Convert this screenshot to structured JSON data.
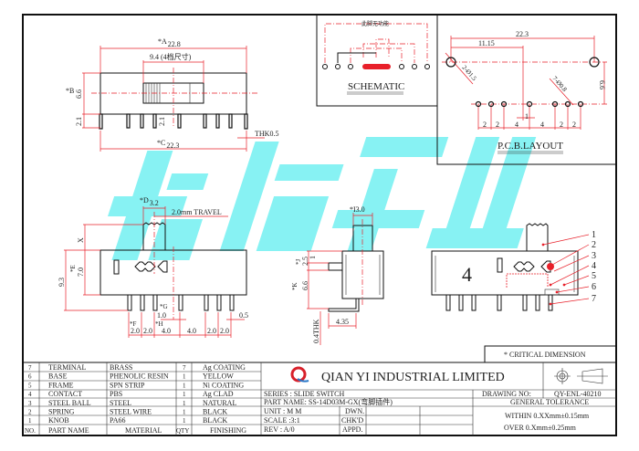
{
  "watermark": "乾熠实业",
  "colors": {
    "dimension": "#e8202a",
    "watermark": "#5feef0",
    "line": "#111111"
  },
  "top_view": {
    "dim_a": "*A",
    "dim_a_val": "22.8",
    "dim_pos": "9.4 (4档尺寸)",
    "dim_b": "*B",
    "dim_b_val": "6.6",
    "dim_pin_left": "2.1",
    "dim_pin_mid": "2.1",
    "dim_c": "*C",
    "dim_c_val": "22.3",
    "thk": "THK0.5"
  },
  "front_view": {
    "dim_d": "*D",
    "dim_d_val": "3.2",
    "travel": "2.0mm  TRAVEL",
    "x_label": "X",
    "dim_total": "9.3",
    "dim_e": "*E",
    "dim_e_val": "7.0",
    "dim_g": "*G",
    "dim_g_val": "1.0",
    "dim_f": "*F",
    "dim_h": "*H",
    "pitch": [
      "2.0",
      "2.0",
      "4.0",
      "4.0",
      "2.0",
      "2.0"
    ],
    "pin_width": "0.5"
  },
  "side_view": {
    "dim_i": "*I",
    "dim_i_val": "3.0",
    "dim_j": "*J",
    "dim_j_val": "2.5",
    "dim_j2": "1",
    "dim_k": "*K",
    "dim_k_val": "6.6",
    "dim_bend": "4.35",
    "thk": "0.4THK"
  },
  "rear_view": {
    "position_number": "4",
    "callouts": [
      "1",
      "2",
      "3",
      "4",
      "5",
      "6",
      "7"
    ]
  },
  "schematic": {
    "note": "此脚无功能",
    "title": "SCHEMATIC"
  },
  "pcb": {
    "dim_total": "22.3",
    "dim_half": "11.15",
    "big_holes": "2-Ø1.5",
    "small_holes": "7-Ø0.8",
    "dim_height": "6.6",
    "dim_offset": "1",
    "pitch": [
      "2",
      "2",
      "4",
      "4",
      "2",
      "2"
    ],
    "title": "P.C.B.LAYOUT"
  },
  "critical": "* CRITICAL  DIMENSION",
  "bom": {
    "rows": [
      {
        "no": "7",
        "part": "TERMINAL",
        "material": "BRASS",
        "qty": "7",
        "finish": "Ag COATING"
      },
      {
        "no": "6",
        "part": "BASE",
        "material": "PHENOLIC RESIN",
        "qty": "1",
        "finish": "YELLOW"
      },
      {
        "no": "5",
        "part": "FRAME",
        "material": "SPN STRIP",
        "qty": "1",
        "finish": "Ni COATING"
      },
      {
        "no": "4",
        "part": "CONTACT",
        "material": "PBS",
        "qty": "1",
        "finish": "Ag CLAD"
      },
      {
        "no": "3",
        "part": "STEEL BALL",
        "material": "STEEL",
        "qty": "1",
        "finish": "NATURAL"
      },
      {
        "no": "2",
        "part": "SPRING",
        "material": "STEEL WIRE",
        "qty": "1",
        "finish": "BLACK"
      },
      {
        "no": "1",
        "part": "KNOB",
        "material": "PA66",
        "qty": "1",
        "finish": "BLACK"
      }
    ],
    "header": {
      "no": "NO.",
      "part": "PART NAME",
      "material": "MATERIAL",
      "qty": "QTY",
      "finish": "FINISHING"
    }
  },
  "title_block": {
    "company": "QIAN  YI  INDUSTRIAL  LIMITED",
    "series": "SERIES : SLIDE SWITCH",
    "part_name": "PART NAME: SS-14D03M-GX(弯脚插件)",
    "unit": "UNIT  : M M",
    "scale": "SCALE :3:1",
    "rev": "REV   : A/0",
    "dwn": "DWN.",
    "chkd": "CHK'D",
    "appd": "APPD.",
    "drawing_no_label": "DRAWING NO:",
    "drawing_no": "QY-ENL-40210",
    "general_tolerance": "GENERAL TOLERANCE",
    "within": "WITHIN 0.XXmm±0.15mm",
    "over": "OVER   0.Xmm±0.25mm"
  }
}
